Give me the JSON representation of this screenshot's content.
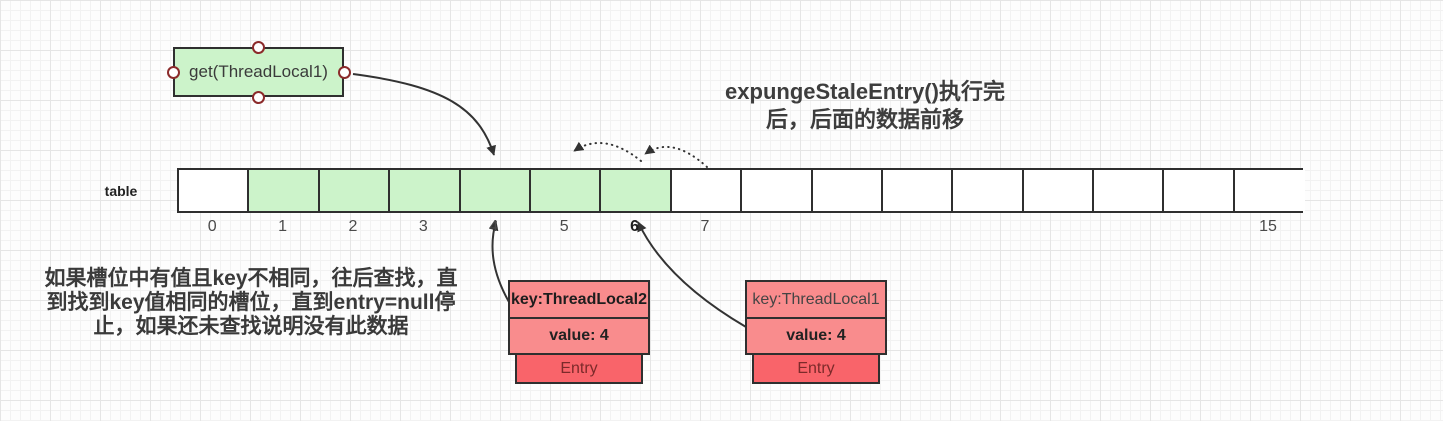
{
  "get_box": {
    "label": "get(ThreadLocal1)"
  },
  "title": {
    "line1": "expungeStaleEntry()执行完",
    "line2": "后，后面的数据前移"
  },
  "note": {
    "line1": "如果槽位中有值且key不相同，往后查找，直",
    "line2": "到找到key值相同的槽位，直到entry=null停",
    "line3": "止，如果还未查找说明没有此数据"
  },
  "table": {
    "label": "table",
    "cells": [
      {
        "index": 0,
        "filled": false,
        "label": "0",
        "bold": false
      },
      {
        "index": 1,
        "filled": true,
        "label": "1",
        "bold": false
      },
      {
        "index": 2,
        "filled": true,
        "label": "2",
        "bold": false
      },
      {
        "index": 3,
        "filled": true,
        "label": "3",
        "bold": false
      },
      {
        "index": 4,
        "filled": true,
        "label": "4",
        "bold": false
      },
      {
        "index": 5,
        "filled": true,
        "label": "5",
        "bold": false
      },
      {
        "index": 6,
        "filled": true,
        "label": "6",
        "bold": true
      },
      {
        "index": 7,
        "filled": false,
        "label": "7",
        "bold": false
      },
      {
        "index": 8,
        "filled": false,
        "label": "",
        "bold": false
      },
      {
        "index": 9,
        "filled": false,
        "label": "",
        "bold": false
      },
      {
        "index": 10,
        "filled": false,
        "label": "",
        "bold": false
      },
      {
        "index": 11,
        "filled": false,
        "label": "",
        "bold": false
      },
      {
        "index": 12,
        "filled": false,
        "label": "",
        "bold": false
      },
      {
        "index": 13,
        "filled": false,
        "label": "",
        "bold": false
      },
      {
        "index": 14,
        "filled": false,
        "label": "",
        "bold": false
      },
      {
        "index": 15,
        "filled": false,
        "label": "15",
        "bold": false
      }
    ]
  },
  "entries": [
    {
      "key": "key:ThreadLocal2",
      "value": "value: 4",
      "footer": "Entry",
      "points_to_index": 4
    },
    {
      "key": "key:ThreadLocal1",
      "value": "value: 4",
      "footer": "Entry",
      "points_to_index": 6
    }
  ],
  "colors": {
    "green_fill": "#ccf3ca",
    "salmon_fill": "#f98c8d",
    "entry_red": "#f9646a",
    "shape_border": "#2f2f2f",
    "handle_stroke": "#8c2b2b",
    "arrow": "#333333"
  }
}
